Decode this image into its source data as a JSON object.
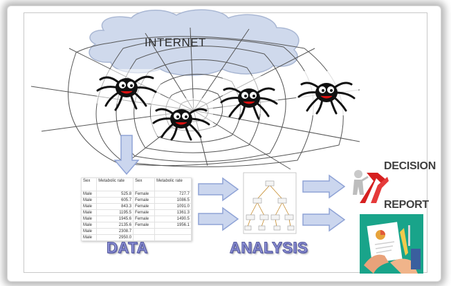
{
  "cloud_label": "INTERNET",
  "labels": {
    "data": "DATA",
    "analysis": "ANALYSIS",
    "decision": "DECISION",
    "report": "REPORT"
  },
  "table": {
    "headers": [
      "Sex",
      "Metabolic rate",
      "Sex",
      "Metabolic rate"
    ],
    "rows": [
      [
        "Male",
        "525.8",
        "Female",
        "727.7"
      ],
      [
        "Male",
        "605.7",
        "Female",
        "1086.5"
      ],
      [
        "Male",
        "843.3",
        "Female",
        "1091.0"
      ],
      [
        "Male",
        "1195.5",
        "Female",
        "1361.3"
      ],
      [
        "Male",
        "1945.6",
        "Female",
        "1490.5"
      ],
      [
        "Male",
        "2135.6",
        "Female",
        "1956.1"
      ],
      [
        "Male",
        "2308.7",
        "",
        ""
      ],
      [
        "Male",
        "2950.0",
        "",
        ""
      ]
    ]
  },
  "colors": {
    "cloud": "#cfd9ec",
    "arrow_fill": "#cbd6ee",
    "arrow_stroke": "#8fa3d6",
    "label_fill": "#8c8fd6",
    "spider_body": "#111111",
    "web": "#555555"
  },
  "icons": [
    "cloud-icon",
    "spider-web-icon",
    "spider-icon",
    "decision-figure-icon",
    "report-document-icon"
  ]
}
